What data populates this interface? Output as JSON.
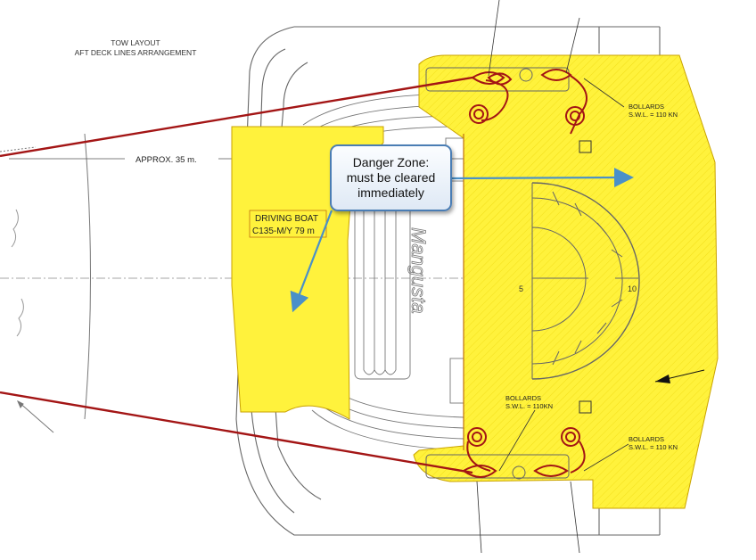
{
  "header": {
    "title": "TOW LAYOUT",
    "subtitle": "AFT DECK LINES ARRANGEMENT"
  },
  "labels": {
    "approx_distance": "APPROX. 35 m.",
    "driving_boat_line1": "DRIVING BOAT",
    "driving_boat_line2": "C135-M/Y 79 m",
    "bollards_top_line1": "BOLLARDS",
    "bollards_top_line2": "S.W.L. = 110 KN",
    "bollards_bottom_left_line1": "BOLLARDS",
    "bollards_bottom_left_line2": "S.W.L. = 110KN",
    "bollards_bottom_right_line1": "BOLLARDS",
    "bollards_bottom_right_line2": "S.W.L. = 110 KN",
    "scale_5": "5",
    "scale_10": "10",
    "hull_script": "Mangusta"
  },
  "callout": {
    "line1": "Danger Zone:",
    "line2": "must be cleared",
    "line3": "immediately"
  },
  "colors": {
    "zone_fill": "#fff23c",
    "zone_edge": "#c9a200",
    "tow_line": "#a31515",
    "arrow": "#4a90c8",
    "callout_border": "#4a7db4",
    "drawing_line": "#555555"
  }
}
